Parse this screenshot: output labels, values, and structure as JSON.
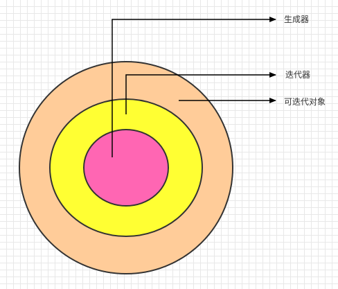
{
  "colors": {
    "outer_fill": "#FFCC99",
    "middle_fill": "#FFFF33",
    "inner_fill": "#FF66B3",
    "stroke": "#333333",
    "arrow": "#000000"
  },
  "labels": {
    "generator": "生成器",
    "iterator": "迭代器",
    "iterable": "可迭代对象"
  }
}
